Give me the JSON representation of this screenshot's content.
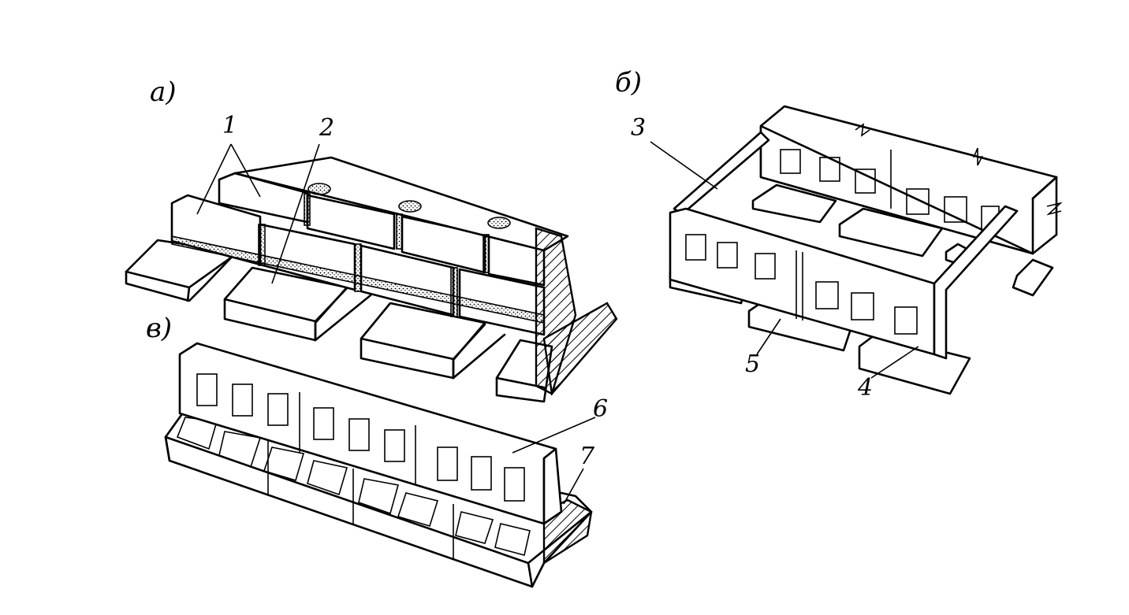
{
  "figure": {
    "panels": {
      "a": "а)",
      "b": "б)",
      "v": "в)"
    },
    "callouts": [
      "1",
      "2",
      "3",
      "4",
      "5",
      "6",
      "7"
    ]
  }
}
